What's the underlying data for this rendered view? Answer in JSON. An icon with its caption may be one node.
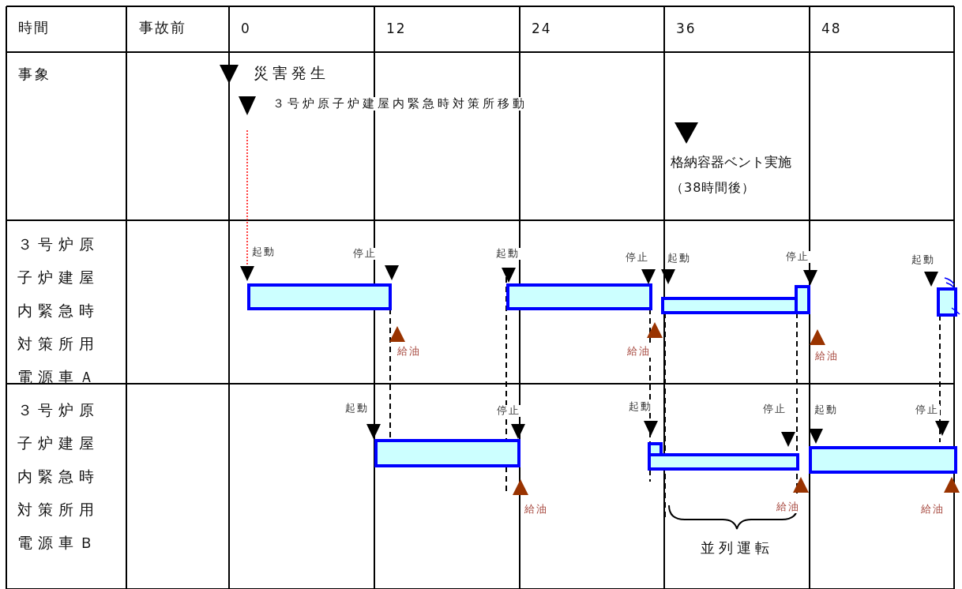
{
  "diagram": {
    "labels": [
      "時間",
      "事故前",
      "0",
      "12",
      "24",
      "36",
      "48",
      "事象",
      "災害発生",
      "３号炉原子炉建屋内緊急時対策所移動",
      "格納容器ベント実施",
      "（38時間後）",
      "３号炉原子炉建屋内緊急時対策所用電源車Ａ",
      "起動",
      "停止",
      "給油",
      "起動",
      "停止",
      "起動",
      "給油",
      "停止",
      "給油",
      "起動",
      "３号炉原子炉建屋内緊急時対策所用電源車Ｂ",
      "起動",
      "停止",
      "給油",
      "起動",
      "停止",
      "起動",
      "給油",
      "停止",
      "給油",
      "並列運転"
    ]
  }
}
